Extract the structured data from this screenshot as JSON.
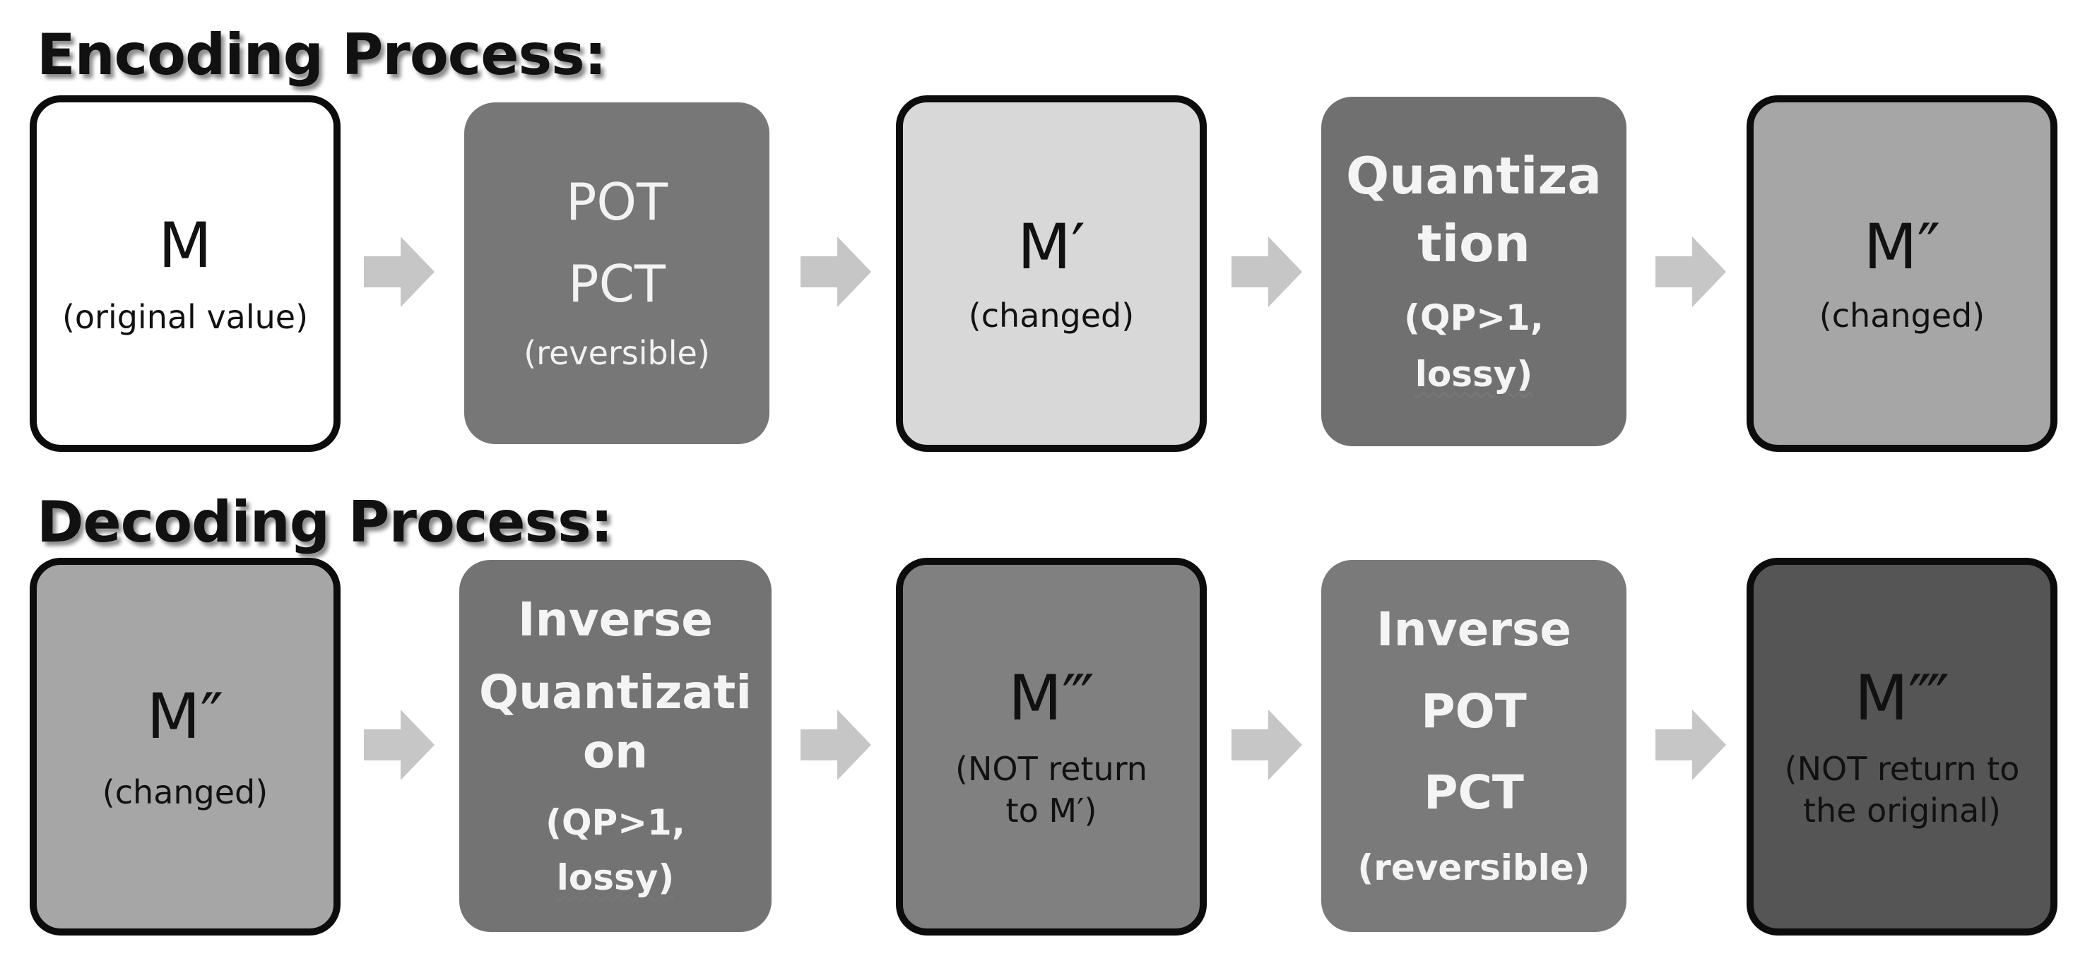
{
  "encoding": {
    "title": "Encoding Process:",
    "steps": [
      {
        "lines": [
          "M",
          "(original value)"
        ],
        "bg": "#ffffff",
        "fg": "#111111"
      },
      {
        "lines": [
          "POT",
          "PCT",
          "(reversible)"
        ],
        "bg": "#777777",
        "fg": "#f2f2f2"
      },
      {
        "lines": [
          "M′",
          "(changed)"
        ],
        "bg": "#d8d8d8",
        "fg": "#111111"
      },
      {
        "lines": [
          "Quantiza",
          "tion",
          "(QP>1,",
          "lossy)"
        ],
        "bg": "#707070",
        "fg": "#f4f4f4"
      },
      {
        "lines": [
          "M″",
          "(changed)"
        ],
        "bg": "#a6a6a6",
        "fg": "#111111"
      }
    ]
  },
  "decoding": {
    "title": "Decoding Process:",
    "steps": [
      {
        "lines": [
          "M″",
          "(changed)"
        ],
        "bg": "#a6a6a6",
        "fg": "#111111"
      },
      {
        "lines": [
          "Inverse",
          "Quantizati",
          "on",
          "(QP>1,",
          "lossy)"
        ],
        "bg": "#737373",
        "fg": "#f4f4f4"
      },
      {
        "lines": [
          "M‴",
          "(NOT return",
          "to M′)"
        ],
        "bg": "#808080",
        "fg": "#111111"
      },
      {
        "lines": [
          "Inverse",
          "POT",
          "PCT",
          "(reversible)"
        ],
        "bg": "#7a7a7a",
        "fg": "#f4f4f4"
      },
      {
        "lines": [
          "M⁗",
          "(NOT return to",
          "the original)"
        ],
        "bg": "#555555",
        "fg": "#111111"
      }
    ]
  },
  "colors": {
    "arrow": "#c6c6c6",
    "outline": "#0c0c0c"
  }
}
